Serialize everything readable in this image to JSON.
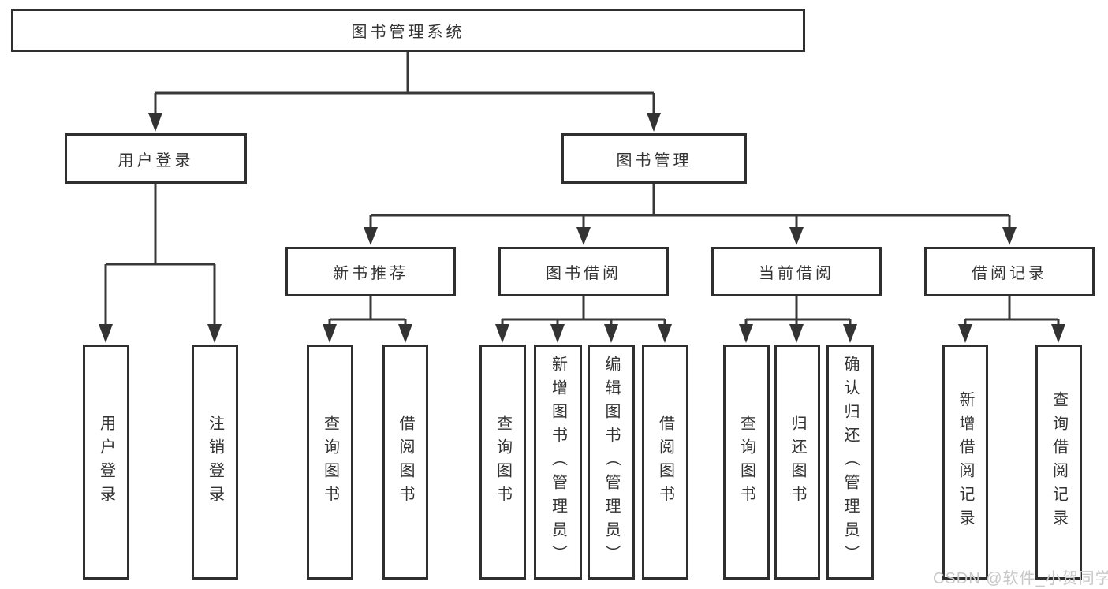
{
  "nodes": {
    "root": "图书管理系统",
    "user_login": "用户登录",
    "book_mgmt": "图书管理",
    "new_book": "新书推荐",
    "book_borrow": "图书借阅",
    "current_borrow": "当前借阅",
    "borrow_record": "借阅记录"
  },
  "leaves": {
    "user_login": [
      "用户登录",
      "注销登录"
    ],
    "new_book": [
      "查询图书",
      "借阅图书"
    ],
    "book_borrow": [
      "查询图书",
      "新增图书（管理员）",
      "编辑图书（管理员）",
      "借阅图书"
    ],
    "current_borrow": [
      "查询图书",
      "归还图书",
      "确认归还（管理员）"
    ],
    "borrow_record": [
      "新增借阅记录",
      "查询借阅记录"
    ]
  },
  "watermark": "CSDN @软件_小贺同学",
  "colors": {
    "line": "#383838",
    "box_border": "#2f2f2f",
    "text": "#333333",
    "watermark": "#c8c8c8",
    "background": "#ffffff"
  }
}
